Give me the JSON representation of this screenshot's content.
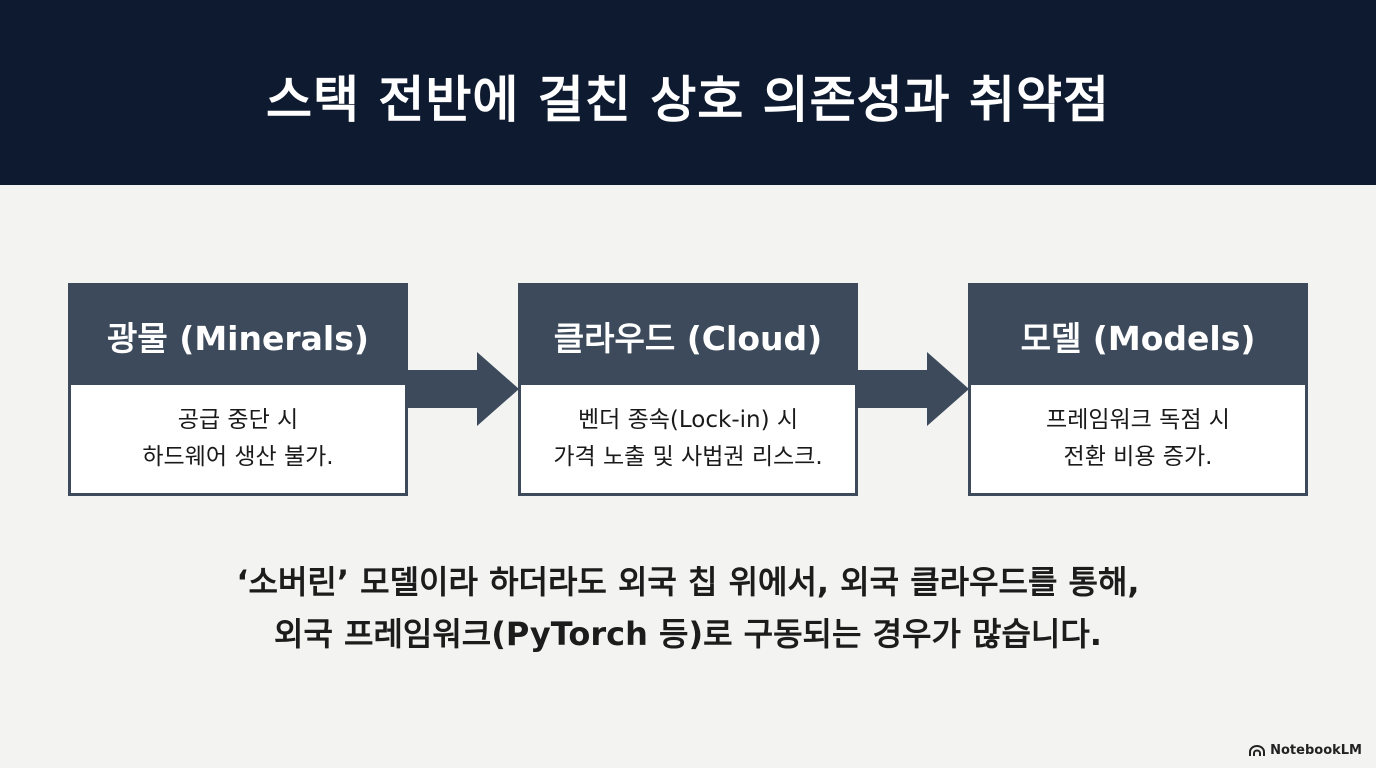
{
  "title": "스택 전반에 걸친 상호 의존성과 취약점",
  "boxes": [
    {
      "heading": "광물 (Minerals)",
      "line1": "공급 중단 시",
      "line2": "하드웨어 생산 불가."
    },
    {
      "heading": "클라우드 (Cloud)",
      "line1": "벤더 종속(Lock-in) 시",
      "line2": "가격 노출 및 사법권 리스크."
    },
    {
      "heading": "모델 (Models)",
      "line1": "프레임워크 독점 시",
      "line2": "전환 비용 증가."
    }
  ],
  "caption": {
    "line1": "‘소버린’ 모델이라 하더라도 외국 칩 위에서, 외국 클라우드를 통해,",
    "line2": "외국 프레임워크(PyTorch 등)로 구동되는 경우가 많습니다."
  },
  "brand": "NotebookLM",
  "colors": {
    "header_bg": "#0e1a30",
    "box_header": "#3c4a5b",
    "page_bg": "#f3f3f2"
  },
  "icons": {
    "brand": "notebooklm-logo-icon",
    "flow": "right-arrow-icon"
  }
}
